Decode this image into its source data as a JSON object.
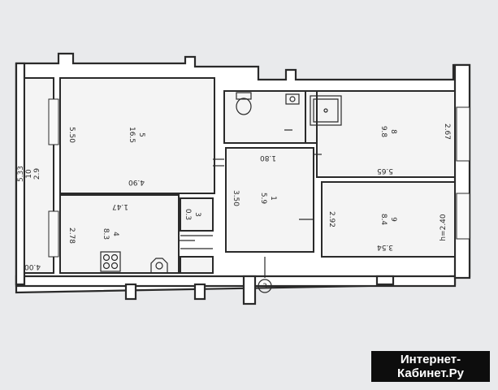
{
  "rooms": [
    {
      "number": "5",
      "area": "16.5"
    },
    {
      "number": "8",
      "area": "9.8"
    },
    {
      "number": "1",
      "area": "5.9"
    },
    {
      "number": "4",
      "area": "8.3"
    },
    {
      "number": "3",
      "area": "0.3"
    },
    {
      "number": "9",
      "area": "8.4"
    }
  ],
  "dimensions": {
    "d_550": "5.50",
    "d_490": "4.90",
    "d_180": "1.80",
    "d_350": "3.50",
    "d_267": "2.67",
    "d_565": "5.65",
    "d_292": "2.92",
    "d_240": "h=2.40",
    "d_354": "3.54",
    "d_147": "1.47",
    "d_278": "2.78",
    "d_400": "4.00",
    "d_533": "5.33",
    "d_29": "2.9",
    "d_10": "10"
  },
  "markers": {
    "axis_3": "3"
  },
  "watermark": {
    "line1": "Интернет-",
    "line2": "Кабинет.Ру"
  }
}
